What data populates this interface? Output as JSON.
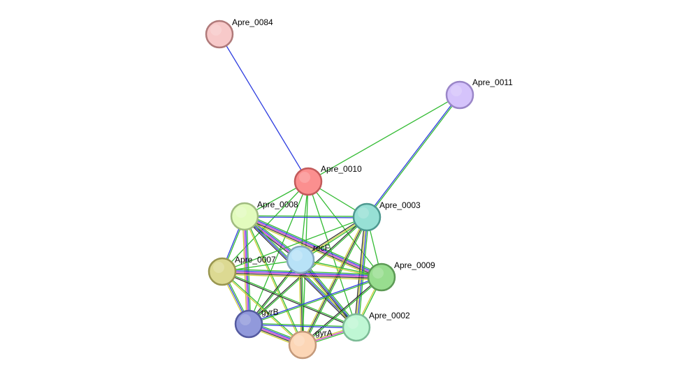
{
  "network": {
    "nodes": [
      {
        "id": "Apre_0084",
        "label": "Apre_0084",
        "fill": "#f7c9c9",
        "stroke": "#b07a7a"
      },
      {
        "id": "Apre_0011",
        "label": "Apre_0011",
        "fill": "#d5c3fb",
        "stroke": "#9a86c8"
      },
      {
        "id": "Apre_0010",
        "label": "Apre_0010",
        "fill": "#fb8f8f",
        "stroke": "#c25a5a"
      },
      {
        "id": "Apre_0008",
        "label": "Apre_0008",
        "fill": "#e2fbbd",
        "stroke": "#a0bb80"
      },
      {
        "id": "Apre_0003",
        "label": "Apre_0003",
        "fill": "#97e0d5",
        "stroke": "#4e9990"
      },
      {
        "id": "recF",
        "label": "recF",
        "fill": "#b8e2f7",
        "stroke": "#82a7bd"
      },
      {
        "id": "Apre_0007",
        "label": "Apre_0007",
        "fill": "#dcd992",
        "stroke": "#999650"
      },
      {
        "id": "Apre_0009",
        "label": "Apre_0009",
        "fill": "#98dd8f",
        "stroke": "#5c9a55"
      },
      {
        "id": "gyrB",
        "label": "gyrB",
        "fill": "#9199db",
        "stroke": "#545aa0"
      },
      {
        "id": "Apre_0002",
        "label": "Apre_0002",
        "fill": "#bff7d4",
        "stroke": "#7cbb96"
      },
      {
        "id": "gyrA",
        "label": "gyrA",
        "fill": "#fcd6b6",
        "stroke": "#c4997a"
      }
    ],
    "edges": [
      {
        "source": "Apre_0084",
        "target": "Apre_0010",
        "colors": [
          "#2f3ee0"
        ]
      },
      {
        "source": "Apre_0011",
        "target": "Apre_0010",
        "colors": [
          "#33bb33"
        ]
      },
      {
        "source": "Apre_0011",
        "target": "Apre_0003",
        "colors": [
          "#33bb33",
          "#2f3ee0"
        ]
      },
      {
        "source": "Apre_0010",
        "target": "Apre_0008",
        "colors": [
          "#33bb33"
        ]
      },
      {
        "source": "Apre_0010",
        "target": "Apre_0003",
        "colors": [
          "#33bb33"
        ]
      },
      {
        "source": "Apre_0010",
        "target": "recF",
        "colors": [
          "#33bb33"
        ]
      },
      {
        "source": "Apre_0010",
        "target": "Apre_0007",
        "colors": [
          "#33bb33"
        ]
      },
      {
        "source": "Apre_0010",
        "target": "Apre_0009",
        "colors": [
          "#33bb33"
        ]
      },
      {
        "source": "Apre_0010",
        "target": "gyrB",
        "colors": [
          "#33bb33"
        ]
      },
      {
        "source": "Apre_0010",
        "target": "Apre_0002",
        "colors": [
          "#33bb33"
        ]
      },
      {
        "source": "Apre_0010",
        "target": "gyrA",
        "colors": [
          "#33bb33"
        ]
      },
      {
        "source": "Apre_0008",
        "target": "Apre_0003",
        "colors": [
          "#33bb33",
          "#2f3ee0"
        ]
      },
      {
        "source": "Apre_0008",
        "target": "recF",
        "colors": [
          "#33bb33",
          "#2f3ee0",
          "#cc33cc",
          "#333333"
        ]
      },
      {
        "source": "Apre_0008",
        "target": "Apre_0007",
        "colors": [
          "#33bb33",
          "#2f3ee0"
        ]
      },
      {
        "source": "Apre_0008",
        "target": "Apre_0009",
        "colors": [
          "#33bb33",
          "#2f3ee0",
          "#cc33cc",
          "#333333",
          "#cccc33"
        ]
      },
      {
        "source": "Apre_0008",
        "target": "gyrB",
        "colors": [
          "#33bb33",
          "#2f3ee0",
          "#cc33cc",
          "#cccc33"
        ]
      },
      {
        "source": "Apre_0008",
        "target": "Apre_0002",
        "colors": [
          "#33bb33",
          "#2f3ee0",
          "#333333"
        ]
      },
      {
        "source": "Apre_0008",
        "target": "gyrA",
        "colors": [
          "#33bb33",
          "#cccc33"
        ]
      },
      {
        "source": "Apre_0003",
        "target": "recF",
        "colors": [
          "#33bb33",
          "#cccc33",
          "#333333"
        ]
      },
      {
        "source": "Apre_0003",
        "target": "Apre_0007",
        "colors": [
          "#33bb33"
        ]
      },
      {
        "source": "Apre_0003",
        "target": "Apre_0009",
        "colors": [
          "#33bb33"
        ]
      },
      {
        "source": "Apre_0003",
        "target": "gyrB",
        "colors": [
          "#33bb33",
          "#333333"
        ]
      },
      {
        "source": "Apre_0003",
        "target": "Apre_0002",
        "colors": [
          "#33bb33",
          "#2f3ee0",
          "#cccc33",
          "#333333"
        ]
      },
      {
        "source": "Apre_0003",
        "target": "gyrA",
        "colors": [
          "#33bb33",
          "#333333",
          "#cccc33"
        ]
      },
      {
        "source": "recF",
        "target": "Apre_0007",
        "colors": [
          "#33bb33"
        ]
      },
      {
        "source": "recF",
        "target": "Apre_0009",
        "colors": [
          "#33bb33",
          "#cccc33"
        ]
      },
      {
        "source": "recF",
        "target": "gyrB",
        "colors": [
          "#33bb33",
          "#333333"
        ]
      },
      {
        "source": "recF",
        "target": "Apre_0002",
        "colors": [
          "#33bb33",
          "#2f3ee0",
          "#333333",
          "#cccc33"
        ]
      },
      {
        "source": "recF",
        "target": "gyrA",
        "colors": [
          "#33bb33",
          "#333333",
          "#cccc33"
        ]
      },
      {
        "source": "Apre_0007",
        "target": "Apre_0009",
        "colors": [
          "#33bb33",
          "#2f3ee0",
          "#cc33cc",
          "#333333",
          "#cccc33"
        ]
      },
      {
        "source": "Apre_0007",
        "target": "gyrB",
        "colors": [
          "#33bb33",
          "#2f3ee0",
          "#cccc33"
        ]
      },
      {
        "source": "Apre_0007",
        "target": "Apre_0002",
        "colors": [
          "#33bb33",
          "#333333"
        ]
      },
      {
        "source": "Apre_0007",
        "target": "gyrA",
        "colors": [
          "#33bb33",
          "#cccc33"
        ]
      },
      {
        "source": "Apre_0009",
        "target": "gyrB",
        "colors": [
          "#33bb33",
          "#2f3ee0"
        ]
      },
      {
        "source": "Apre_0009",
        "target": "Apre_0002",
        "colors": [
          "#33bb33",
          "#cccc33"
        ]
      },
      {
        "source": "Apre_0009",
        "target": "gyrA",
        "colors": [
          "#33bb33",
          "#333333"
        ]
      },
      {
        "source": "gyrB",
        "target": "Apre_0002",
        "colors": [
          "#33bb33",
          "#2f3ee0"
        ]
      },
      {
        "source": "gyrB",
        "target": "gyrA",
        "colors": [
          "#33bb33",
          "#2f3ee0",
          "#cc33cc",
          "#333333",
          "#cccc33"
        ]
      },
      {
        "source": "Apre_0002",
        "target": "gyrA",
        "colors": [
          "#33bb33",
          "#cc33cc",
          "#cccc33"
        ]
      }
    ]
  }
}
